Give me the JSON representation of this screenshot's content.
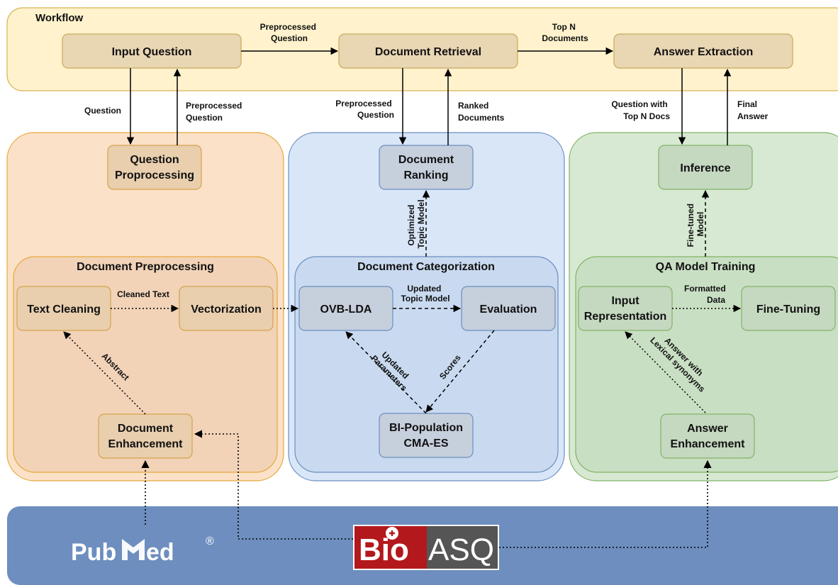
{
  "workflow": {
    "title": "Workflow",
    "input_question": "Input Question",
    "document_retrieval": "Document Retrieval",
    "answer_extraction": "Answer Extraction",
    "edge_preprocessed_question_top": [
      "Preprocessed",
      "Question"
    ],
    "edge_top_n_documents": [
      "Top N",
      "Documents"
    ]
  },
  "left_panel": {
    "question_preprocessing": [
      "Question",
      "Proprocessing"
    ],
    "edge_question": "Question",
    "edge_preprocessed_question": [
      "Preprocessed",
      "Question"
    ],
    "document_preprocessing": {
      "title": "Document Preprocessing",
      "text_cleaning": "Text Cleaning",
      "vectorization": "Vectorization",
      "edge_cleaned_text": "Cleaned Text",
      "edge_abstract": "Abstract",
      "document_enhancement": [
        "Document",
        "Enhancement"
      ]
    }
  },
  "middle_panel": {
    "document_ranking": [
      "Document",
      "Ranking"
    ],
    "edge_preprocessed_question": [
      "Preprocessed",
      "Question"
    ],
    "edge_ranked_documents": [
      "Ranked",
      "Documents"
    ],
    "edge_optimized_topic_model": [
      "Optimized",
      "Topic Model"
    ],
    "document_categorization": {
      "title": "Document Categorization",
      "ovb_lda": "OVB-LDA",
      "evaluation": "Evaluation",
      "edge_updated_topic_model": [
        "Updated",
        "Topic Model"
      ],
      "edge_updated_parameters": [
        "Updated",
        "Parameters"
      ],
      "edge_scores": "Scores",
      "bi_population": [
        "BI-Population",
        "CMA-ES"
      ]
    }
  },
  "right_panel": {
    "inference": "Inference",
    "edge_question_with_top_n": [
      "Question with",
      "Top N Docs"
    ],
    "edge_final_answer": [
      "Final",
      "Answer"
    ],
    "edge_fine_tuned_model": [
      "Fine-tuned",
      "Model"
    ],
    "qa_model_training": {
      "title": "QA Model Training",
      "input_representation": [
        "Input",
        "Representation"
      ],
      "fine_tuning": "Fine-Tuning",
      "edge_formatted_data": [
        "Formatted",
        "Data"
      ],
      "edge_answer_with_synonyms": [
        "Answer with",
        "Lexical synonyms"
      ],
      "answer_enhancement": [
        "Answer",
        "Enhancement"
      ]
    }
  },
  "sources": {
    "pubmed_logo": "PubMed",
    "bioasq_logo": "BioASQ"
  },
  "colors": {
    "workflow_fill": "#fff2cc",
    "workflow_stroke": "#d6b656",
    "left_fill": "#fbe1c8",
    "left_stroke": "#e5a93b",
    "mid_fill": "#d8e6f8",
    "mid_stroke": "#6c8ebf",
    "right_fill": "#d7e9d2",
    "right_stroke": "#82b366",
    "bottom_band": "#6d8ebe"
  }
}
